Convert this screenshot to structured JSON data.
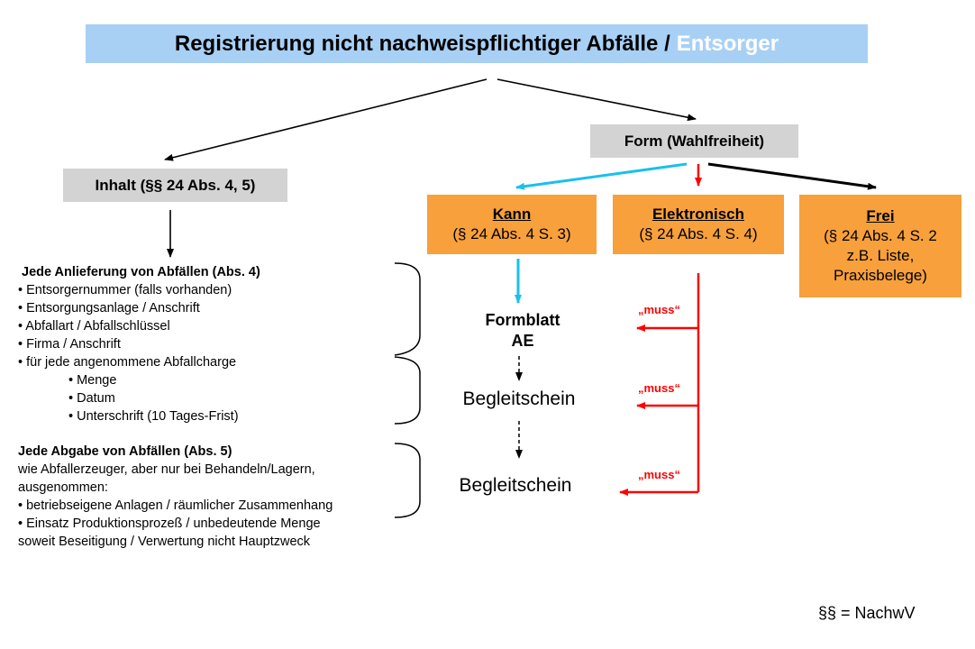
{
  "title": {
    "main": "Registrierung nicht nachweispflichtiger Abfälle /",
    "accent": "Entsorger"
  },
  "inhalt_label": "Inhalt (§§ 24 Abs. 4, 5)",
  "form_label": "Form (Wahlfreiheit)",
  "options": [
    {
      "head": "Kann",
      "sub": "(§ 24 Abs. 4 S. 3)"
    },
    {
      "head": "Elektronisch",
      "sub": "(§ 24 Abs. 4 S. 4)"
    },
    {
      "head": "Frei",
      "sub": "(§ 24 Abs. 4 S. 2",
      "sub2": "z.B. Liste,",
      "sub3": "Praxisbelege)"
    }
  ],
  "anlieferung": {
    "heading": "Jede Anlieferung von Abfällen (Abs. 4)",
    "items": [
      "• Entsorgernummer (falls vorhanden)",
      "• Entsorgungsanlage / Anschrift",
      "• Abfallart / Abfallschlüssel",
      "• Firma / Anschrift",
      "• für jede angenommene Abfallcharge"
    ],
    "subitems": [
      "• Menge",
      "• Datum",
      "• Unterschrift (10 Tages-Frist)"
    ]
  },
  "abgabe": {
    "heading": "Jede Abgabe von Abfällen (Abs. 5)",
    "lines": [
      "wie Abfallerzeuger, aber nur bei Behandeln/Lagern,",
      "ausgenommen:",
      "• betriebseigene Anlagen / räumlicher Zusammenhang",
      "• Einsatz Produktionsprozeß / unbedeutende Menge",
      "soweit Beseitigung / Verwertung nicht Hauptzweck"
    ]
  },
  "flow": {
    "formblatt_line1": "Formblatt",
    "formblatt_line2": "AE",
    "begleitschein1": "Begleitschein",
    "begleitschein2": "Begleitschein"
  },
  "muss_labels": [
    "„muss“",
    "„muss“",
    "„muss“"
  ],
  "footnote": "§§ = NachwV",
  "colors": {
    "title_bg": "#a8d0f5",
    "grey_box": "#d3d3d3",
    "orange_box": "#f7a03c",
    "cyan_arrow": "#19c0ec",
    "red_arrow": "#ff0000"
  }
}
